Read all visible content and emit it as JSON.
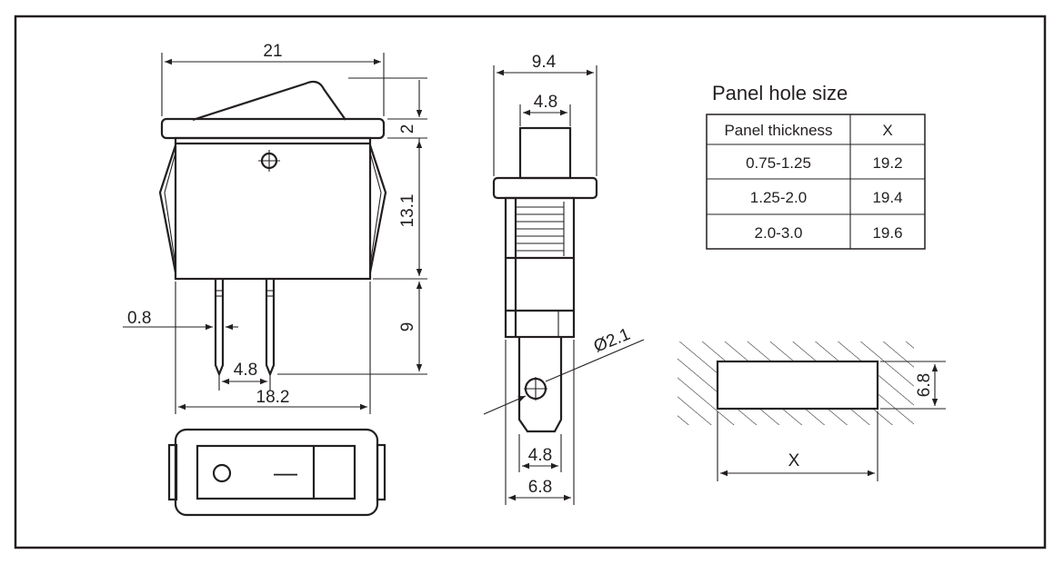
{
  "switch_dims": {
    "width": "21",
    "cap_height": "2",
    "body_height": "13.1",
    "terminal_length": "9",
    "terminal_width": "0.8",
    "terminal_pitch": "4.8",
    "terminal_span": "18.2"
  },
  "side_dims": {
    "top_width": "9.4",
    "actuator_width": "4.8",
    "hole_diameter": "Ø2.1",
    "tab_width": "4.8",
    "tab_outer": "6.8"
  },
  "table": {
    "title": "Panel hole size",
    "headers": [
      "Panel thickness",
      "X"
    ],
    "rows": [
      [
        "0.75-1.25",
        "19.2"
      ],
      [
        "1.25-2.0",
        "19.4"
      ],
      [
        "2.0-3.0",
        "19.6"
      ]
    ]
  },
  "cutout_dims": {
    "height": "6.8",
    "width": "X"
  },
  "front_view": {
    "on_symbol": "—"
  }
}
